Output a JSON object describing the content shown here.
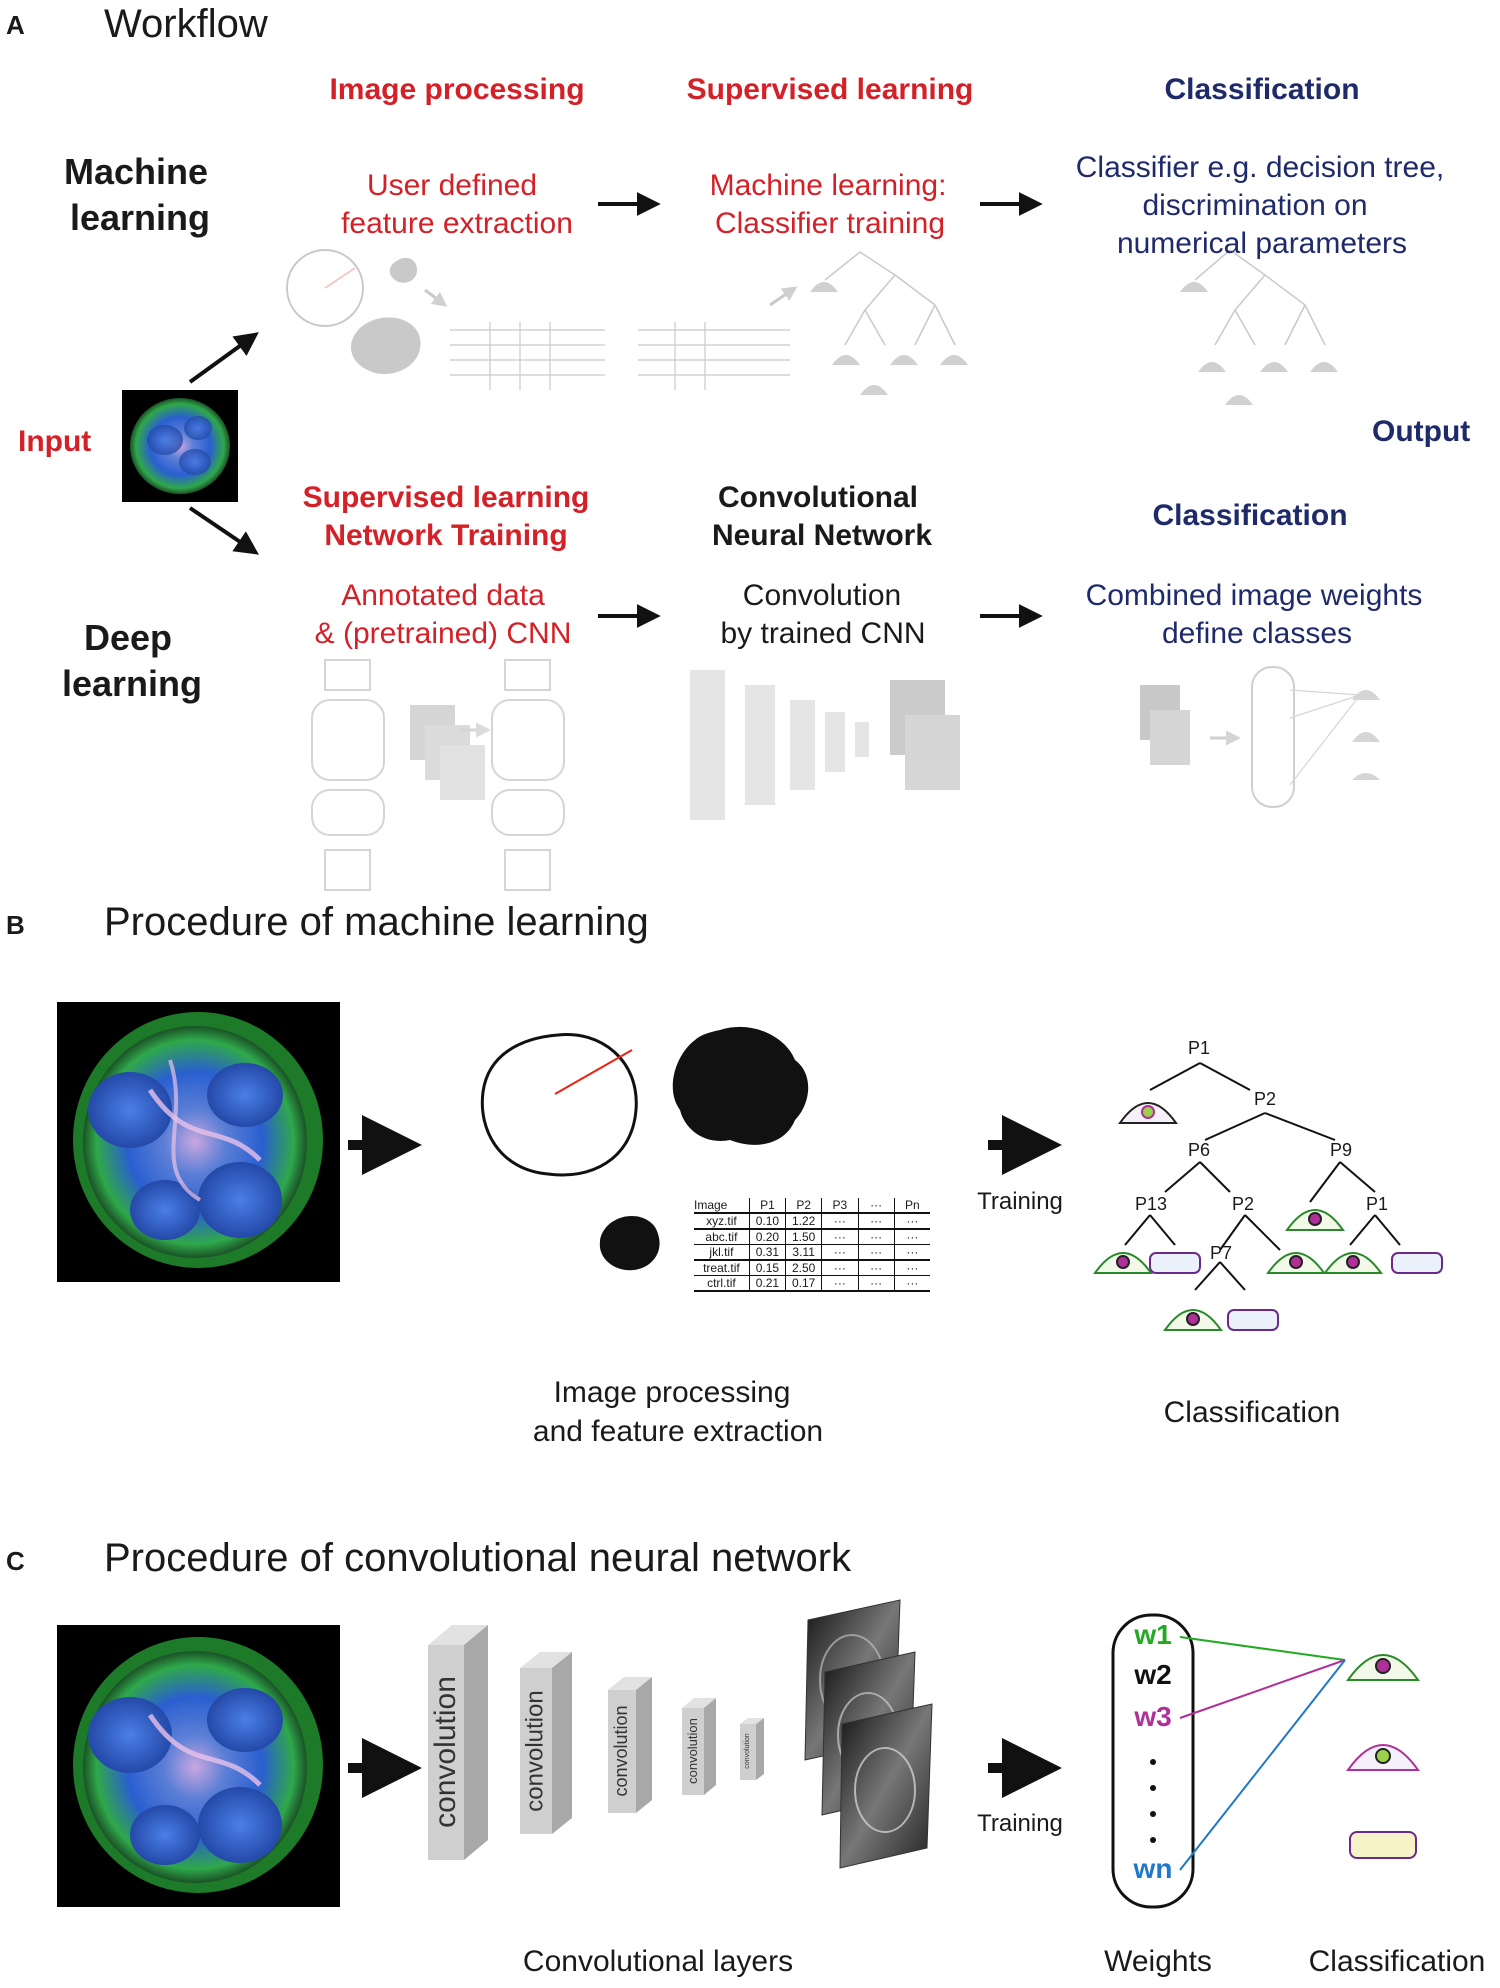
{
  "panel_a": {
    "letter": "A",
    "title": "Workflow",
    "col_image_processing": "Image processing",
    "col_supervised": "Supervised learning",
    "col_classification": "Classification",
    "ml_label_1": "Machine",
    "ml_label_2": "learning",
    "ml_step1_1": "User defined",
    "ml_step1_2": "feature extraction",
    "ml_step2_1": "Machine learning:",
    "ml_step2_2": "Classifier training",
    "ml_step3_1": "Classifier e.g. decision tree,",
    "ml_step3_2": "discrimination on",
    "ml_step3_3": "numerical parameters",
    "input_label": "Input",
    "output_label": "Output",
    "dl_head1_1": "Supervised learning",
    "dl_head1_2": "Network Training",
    "dl_head2_1": "Convolutional",
    "dl_head2_2": "Neural Network",
    "dl_head3": "Classification",
    "dl_label_1": "Deep",
    "dl_label_2": "learning",
    "dl_step1_1": "Annotated data",
    "dl_step1_2": "& (pretrained) CNN",
    "dl_step2_1": "Convolution",
    "dl_step2_2": "by trained CNN",
    "dl_step3_1": "Combined image weights",
    "dl_step3_2": "define classes"
  },
  "panel_b": {
    "letter": "B",
    "title": "Procedure of machine learning",
    "training_label": "Training",
    "caption_1": "Image processing",
    "caption_2": "and feature extraction",
    "classification_label": "Classification",
    "tree_nodes": [
      "P1",
      "P2",
      "P6",
      "P9",
      "P13",
      "P2",
      "P1",
      "P7"
    ],
    "table_header": [
      "Image",
      "P1",
      "P2",
      "P3",
      "···",
      "Pn"
    ],
    "table_rows": [
      [
        "xyz.tif",
        "0.10",
        "1.22",
        "···",
        "···",
        "···"
      ],
      [
        "abc.tif",
        "0.20",
        "1.50",
        "···",
        "···",
        "···"
      ],
      [
        "jkl.tif",
        "0.31",
        "3.11",
        "···",
        "···",
        "···"
      ],
      [
        "treat.tif",
        "0.15",
        "2.50",
        "···",
        "···",
        "···"
      ],
      [
        "ctrl.tif",
        "0.21",
        "0.17",
        "···",
        "···",
        "···"
      ]
    ]
  },
  "panel_c": {
    "letter": "C",
    "title": "Procedure of convolutional neural network",
    "conv_label": "convolution",
    "training_label": "Training",
    "conv_layers_caption": "Convolutional layers",
    "weights_caption": "Weights",
    "classification_caption": "Classification",
    "weights": [
      "w1",
      "w2",
      "w3",
      "wn"
    ],
    "colors": {
      "w1": "#22aa22",
      "w2": "#111111",
      "w3": "#b0309a",
      "wn": "#1f78c8"
    }
  }
}
